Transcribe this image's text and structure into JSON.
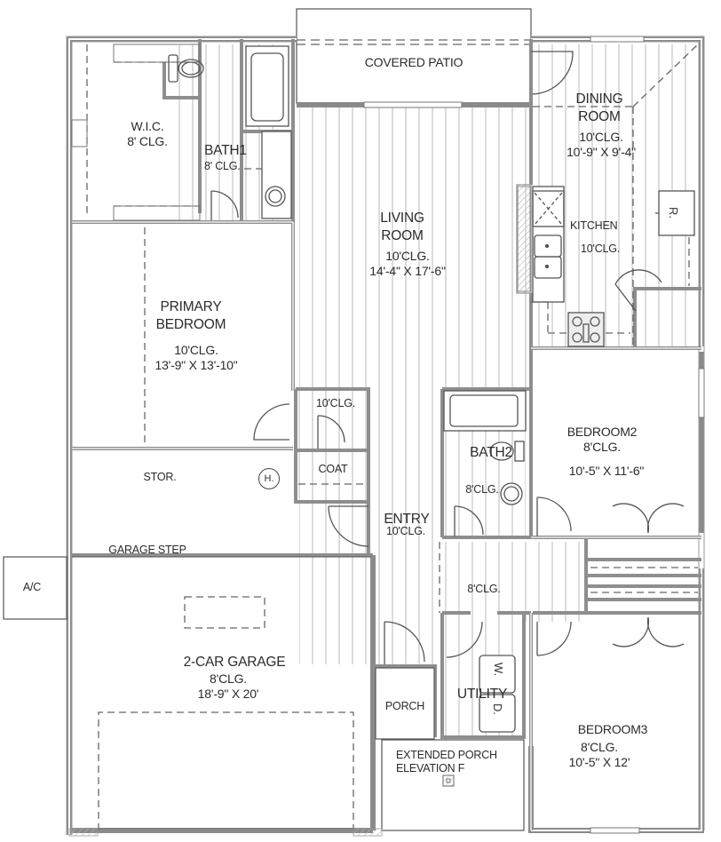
{
  "plan": {
    "title": "Floor Plan",
    "colors": {
      "wall": "#8c8c8c",
      "wall_fill": "#c9c9c9",
      "floor_lines": "#b5b5b5",
      "text": "#2b2b2b",
      "background": "#ffffff"
    },
    "rooms": {
      "covered_patio": {
        "name": "COVERED PATIO"
      },
      "wic": {
        "name": "W.I.C.",
        "ceiling": "8' CLG."
      },
      "bath1": {
        "name": "BATH1",
        "ceiling": "8' CLG."
      },
      "dining": {
        "name_line1": "DINING",
        "name_line2": "ROOM",
        "ceiling": "10'CLG.",
        "size": "10'-9\" X 9'-4\""
      },
      "kitchen": {
        "name": "KITCHEN",
        "ceiling": "10'CLG."
      },
      "refrigerator": {
        "label": "R."
      },
      "living": {
        "name_line1": "LIVING",
        "name_line2": "ROOM",
        "ceiling": "10'CLG.",
        "size": "14'-4\" X 17'-6\""
      },
      "primary_bedroom": {
        "name_line1": "PRIMARY",
        "name_line2": "BEDROOM",
        "ceiling": "10'CLG.",
        "size": "13'-9\" X 13'-10\""
      },
      "hall_closet": {
        "ceiling": "10'CLG."
      },
      "coat": {
        "name": "COAT"
      },
      "storage": {
        "name": "STOR."
      },
      "water_heater": {
        "label": "H."
      },
      "bath2": {
        "name": "BATH2",
        "ceiling": "8'CLG."
      },
      "bedroom2": {
        "name": "BEDROOM2",
        "ceiling": "8'CLG.",
        "size": "10'-5\" X 11'-6\""
      },
      "entry": {
        "name": "ENTRY",
        "ceiling": "10'CLG."
      },
      "garage_step": {
        "name": "GARAGE STEP"
      },
      "ac": {
        "name": "A/C"
      },
      "hall": {
        "ceiling": "8'CLG."
      },
      "garage": {
        "name": "2-CAR GARAGE",
        "ceiling": "8'CLG.",
        "size": "18'-9\" X 20'"
      },
      "porch": {
        "name": "PORCH"
      },
      "utility": {
        "name": "UTILITY",
        "washer": "W.",
        "dryer": "D."
      },
      "extended_porch": {
        "line1": "EXTENDED PORCH",
        "line2": "ELEVATION F"
      },
      "bedroom3": {
        "name": "BEDROOM3",
        "ceiling": "8'CLG.",
        "size": "10'-5\" X 12'"
      }
    }
  }
}
